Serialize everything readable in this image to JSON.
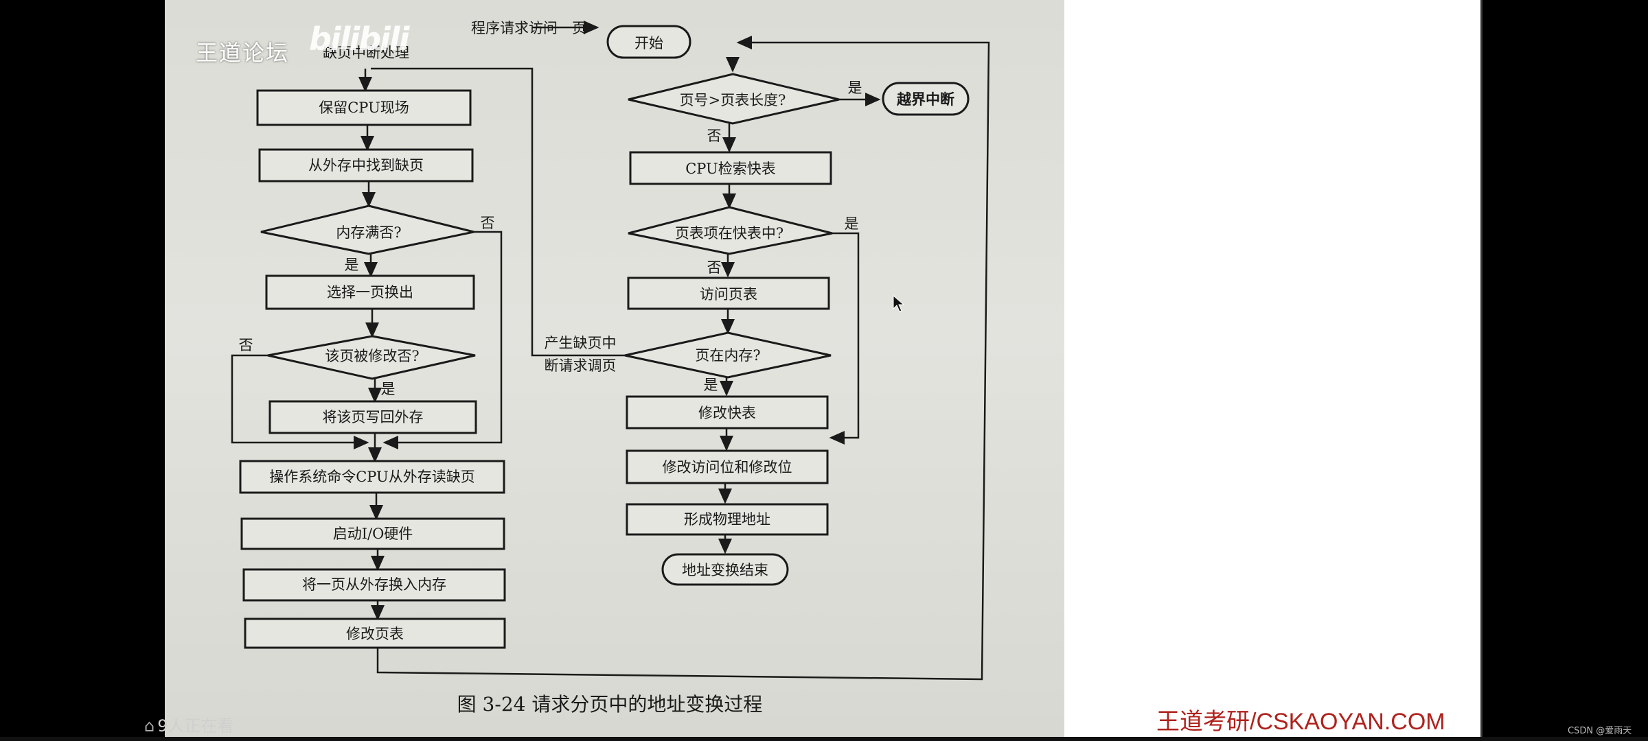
{
  "overlay": {
    "watermark": "王道论坛",
    "bilibili_logo": "bilibili",
    "viewers": "9人正在看",
    "brand": "王道考研/CSKAOYAN.COM",
    "csdn": "CSDN @爱雨天"
  },
  "flow": {
    "request": "程序请求访问一页",
    "start": "开始",
    "cond_len": "页号>页表长度?",
    "interrupt": "越界中断",
    "yes": "是",
    "no": "否",
    "tlb_search": "CPU检索快表",
    "cond_tlb": "页表项在快表中?",
    "visit_pt": "访问页表",
    "cond_mem": "页在内存?",
    "page_fault_line1": "产生缺页中",
    "page_fault_line2": "断请求调页",
    "update_tlb": "修改快表",
    "update_bits": "修改访问位和修改位",
    "phys_addr": "形成物理地址",
    "end": "地址变换结束",
    "fault_handler": "缺页中断处理",
    "save_cpu": "保留CPU现场",
    "find_page": "从外存中找到缺页",
    "cond_full": "内存满否?",
    "choose_out": "选择一页换出",
    "cond_modified": "该页被修改否?",
    "write_back": "将该页写回外存",
    "os_read": "操作系统命令CPU从外存读缺页",
    "start_io": "启动I/O硬件",
    "swap_in": "将一页从外存换入内存",
    "update_pt": "修改页表",
    "caption": "图 3-24    请求分页中的地址变换过程"
  }
}
